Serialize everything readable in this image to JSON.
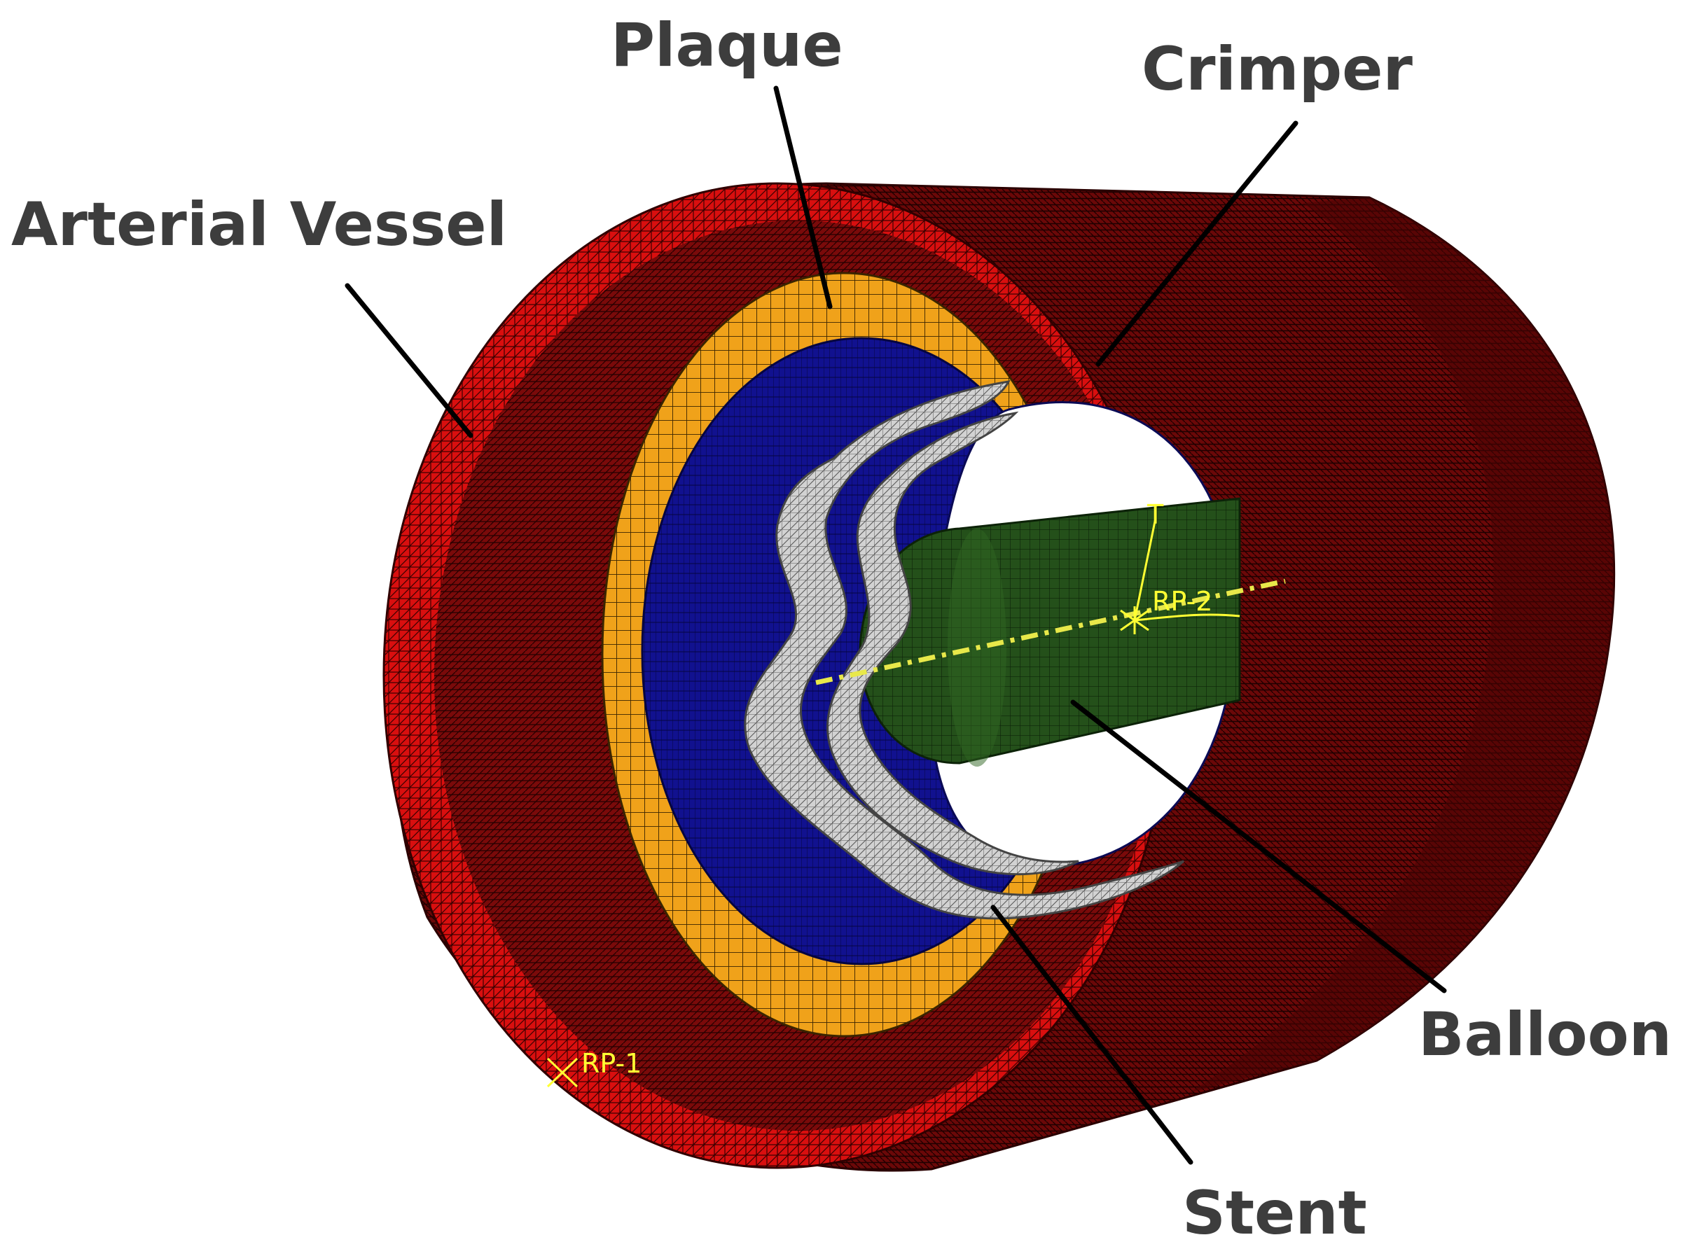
{
  "labels": {
    "arterial_vessel": "Arterial Vessel",
    "plaque": "Plaque",
    "crimper": "Crimper",
    "balloon": "Balloon",
    "stent": "Stent"
  },
  "reference_points": {
    "rp1": "RP-1",
    "rp2": "RP-2",
    "axis_t": "T"
  },
  "colors": {
    "vessel": "#d90f0f",
    "vessel_dark": "#5a0606",
    "plaque": "#f0a21a",
    "crimper": "#0f0f8c",
    "stent": "#cdcdcd",
    "balloon": "#1f4a12",
    "reference": "#ffff33",
    "label_text": "#3d3d3d"
  }
}
